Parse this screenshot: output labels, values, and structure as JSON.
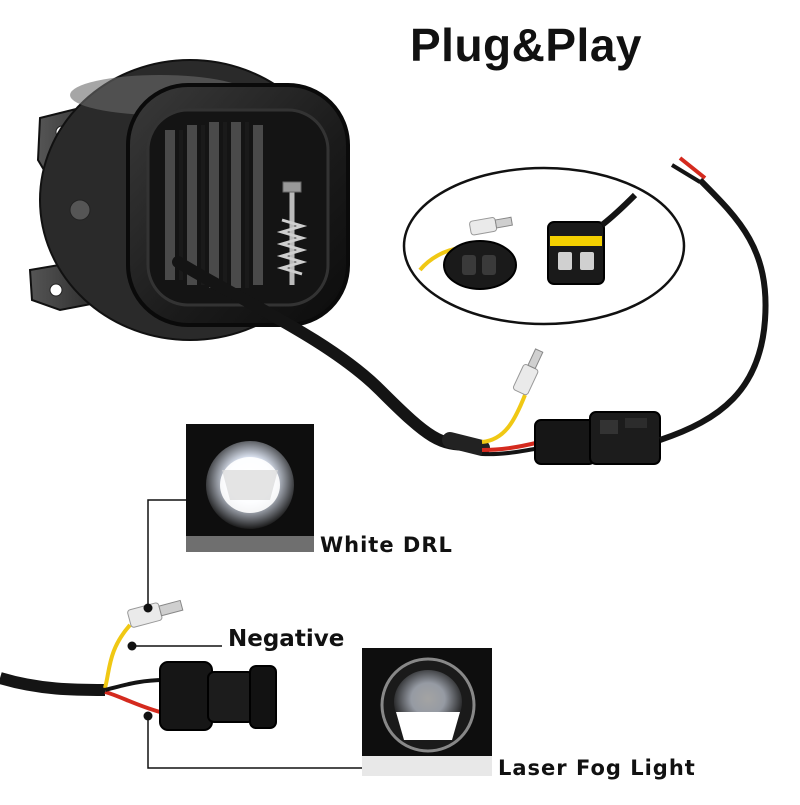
{
  "title": "Plug&Play",
  "labels": {
    "white_drl": "White DRL",
    "negative": "Negative",
    "laser_fog_light": "Laser Fog Light"
  },
  "colors": {
    "wire_black": "#141414",
    "wire_red": "#d42a1e",
    "wire_yellow": "#f0c814",
    "connector_yellow_seal": "#f4d000",
    "lamp_glow": "#ffffff"
  }
}
